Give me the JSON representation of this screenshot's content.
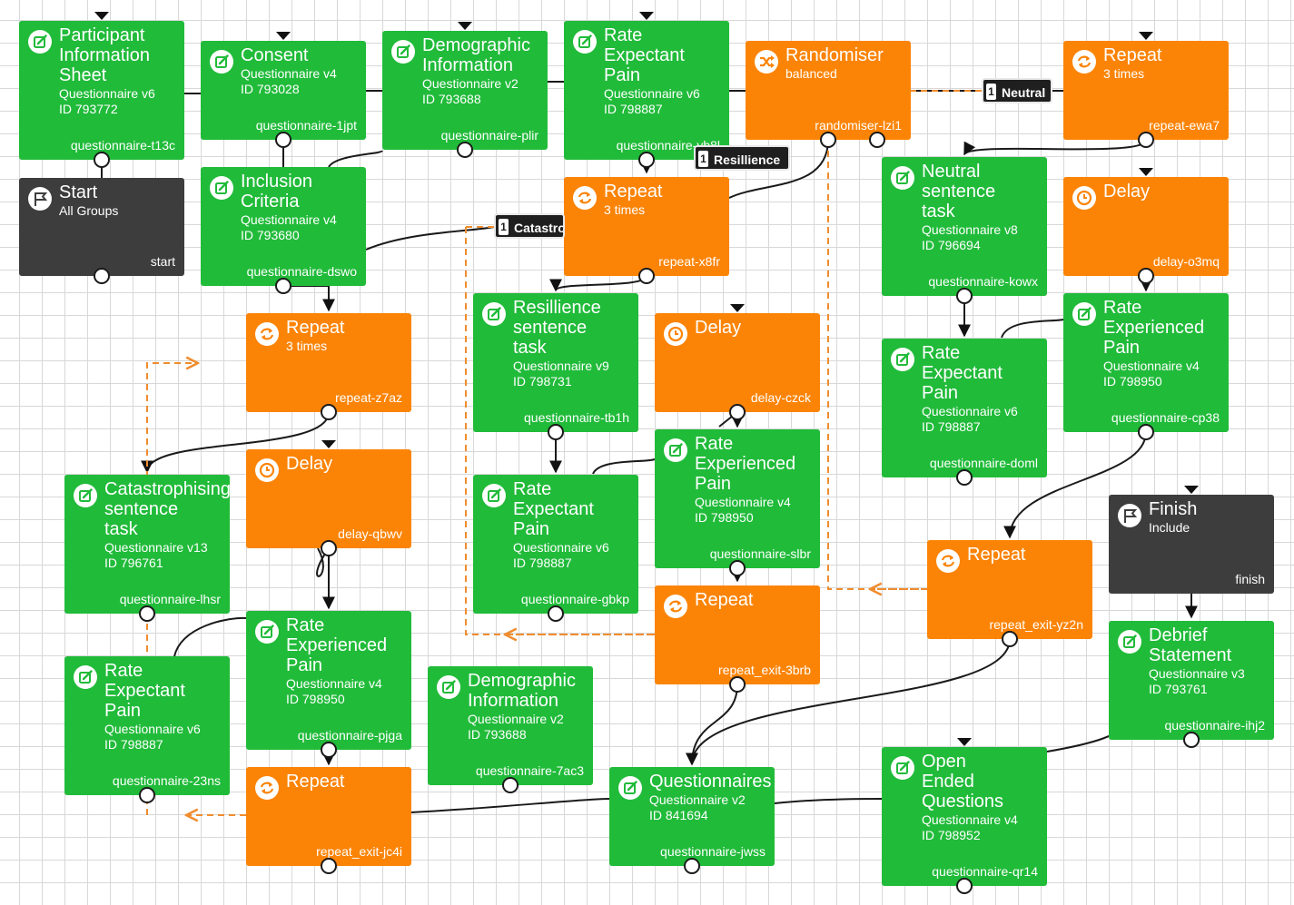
{
  "colors": {
    "questionnaire": "#21bb3a",
    "control": "#fb8407",
    "terminal": "#3d3d3d",
    "edge": "#1a1a1a",
    "loop": "#f08c2e"
  },
  "nodes": {
    "participant_info": {
      "kind": "questionnaire",
      "icon": "edit-icon",
      "title": [
        "Participant",
        "Information",
        "Sheet"
      ],
      "sub": "Questionnaire v6",
      "id": "ID 793772",
      "key": "questionnaire-t13c"
    },
    "start": {
      "kind": "start",
      "icon": "flag-icon",
      "title": [
        "Start"
      ],
      "sub": "All Groups",
      "key": "start"
    },
    "consent": {
      "kind": "questionnaire",
      "icon": "edit-icon",
      "title": [
        "Consent"
      ],
      "sub": "Questionnaire v4",
      "id": "ID 793028",
      "key": "questionnaire-1jpt"
    },
    "inclusion": {
      "kind": "questionnaire",
      "icon": "edit-icon",
      "title": [
        "Inclusion",
        "Criteria"
      ],
      "sub": "Questionnaire v4",
      "id": "ID 793680",
      "key": "questionnaire-dswo"
    },
    "demographic1": {
      "kind": "questionnaire",
      "icon": "edit-icon",
      "title": [
        "Demographic",
        "Information"
      ],
      "sub": "Questionnaire v2",
      "id": "ID 793688",
      "key": "questionnaire-plir"
    },
    "rate_exp_top": {
      "kind": "questionnaire",
      "icon": "edit-icon",
      "title": [
        "Rate",
        "Expectant",
        "Pain"
      ],
      "sub": "Questionnaire v6",
      "id": "ID 798887",
      "key": "questionnaire-yb8l"
    },
    "randomiser": {
      "kind": "control",
      "icon": "shuffle-icon",
      "title": [
        "Randomiser"
      ],
      "sub": "balanced",
      "key": "randomiser-lzi1"
    },
    "repeat_ewa7": {
      "kind": "control",
      "icon": "repeat-icon",
      "title": [
        "Repeat"
      ],
      "sub": "3 times",
      "key": "repeat-ewa7"
    },
    "repeat_x8fr": {
      "kind": "control",
      "icon": "repeat-icon",
      "title": [
        "Repeat"
      ],
      "sub": "3 times",
      "key": "repeat-x8fr"
    },
    "neutral_task": {
      "kind": "questionnaire",
      "icon": "edit-icon",
      "title": [
        "Neutral",
        "sentence",
        "task"
      ],
      "sub": "Questionnaire v8",
      "id": "ID 796694",
      "key": "questionnaire-kowx"
    },
    "delay_o3mq": {
      "kind": "control",
      "icon": "clock-icon",
      "title": [
        "Delay"
      ],
      "key": "delay-o3mq"
    },
    "repeat_z7az": {
      "kind": "control",
      "icon": "repeat-icon",
      "title": [
        "Repeat"
      ],
      "sub": "3 times",
      "key": "repeat-z7az"
    },
    "resilience_task": {
      "kind": "questionnaire",
      "icon": "edit-icon",
      "title": [
        "Resillience",
        "sentence",
        "task"
      ],
      "sub": "Questionnaire v9",
      "id": "ID 798731",
      "key": "questionnaire-tb1h"
    },
    "delay_czck": {
      "kind": "control",
      "icon": "clock-icon",
      "title": [
        "Delay"
      ],
      "key": "delay-czck"
    },
    "rate_exp_doml": {
      "kind": "questionnaire",
      "icon": "edit-icon",
      "title": [
        "Rate",
        "Expectant",
        "Pain"
      ],
      "sub": "Questionnaire v6",
      "id": "ID 798887",
      "key": "questionnaire-doml"
    },
    "rate_xp_cp38": {
      "kind": "questionnaire",
      "icon": "edit-icon",
      "title": [
        "Rate",
        "Experienced",
        "Pain"
      ],
      "sub": "Questionnaire v4",
      "id": "ID 798950",
      "key": "questionnaire-cp38"
    },
    "catastrophising_task": {
      "kind": "questionnaire",
      "icon": "edit-icon",
      "title": [
        "Catastrophising",
        "sentence",
        "task"
      ],
      "sub": "Questionnaire v13",
      "id": "ID 796761",
      "key": "questionnaire-lhsr"
    },
    "delay_qbwv": {
      "kind": "control",
      "icon": "clock-icon",
      "title": [
        "Delay"
      ],
      "key": "delay-qbwv"
    },
    "rate_xp_slbr": {
      "kind": "questionnaire",
      "icon": "edit-icon",
      "title": [
        "Rate",
        "Experienced",
        "Pain"
      ],
      "sub": "Questionnaire v4",
      "id": "ID 798950",
      "key": "questionnaire-slbr"
    },
    "rate_exp_gbkp": {
      "kind": "questionnaire",
      "icon": "edit-icon",
      "title": [
        "Rate",
        "Expectant",
        "Pain"
      ],
      "sub": "Questionnaire v6",
      "id": "ID 798887",
      "key": "questionnaire-gbkp"
    },
    "finish": {
      "kind": "finish",
      "icon": "flag-icon",
      "title": [
        "Finish"
      ],
      "sub": "Include",
      "key": "finish"
    },
    "repeat_yz2n": {
      "kind": "control",
      "icon": "repeat-icon",
      "title": [
        "Repeat"
      ],
      "key": "repeat_exit-yz2n"
    },
    "rate_xp_pjga": {
      "kind": "questionnaire",
      "icon": "edit-icon",
      "title": [
        "Rate",
        "Experienced",
        "Pain"
      ],
      "sub": "Questionnaire v4",
      "id": "ID 798950",
      "key": "questionnaire-pjga"
    },
    "repeat_3brb": {
      "kind": "control",
      "icon": "repeat-icon",
      "title": [
        "Repeat"
      ],
      "key": "repeat_exit-3brb"
    },
    "rate_exp_23ns": {
      "kind": "questionnaire",
      "icon": "edit-icon",
      "title": [
        "Rate",
        "Expectant",
        "Pain"
      ],
      "sub": "Questionnaire v6",
      "id": "ID 798887",
      "key": "questionnaire-23ns"
    },
    "demographic2": {
      "kind": "questionnaire",
      "icon": "edit-icon",
      "title": [
        "Demographic",
        "Information"
      ],
      "sub": "Questionnaire v2",
      "id": "ID 793688",
      "key": "questionnaire-7ac3"
    },
    "debrief": {
      "kind": "questionnaire",
      "icon": "edit-icon",
      "title": [
        "Debrief",
        "Statement"
      ],
      "sub": "Questionnaire v3",
      "id": "ID 793761",
      "key": "questionnaire-ihj2"
    },
    "repeat_jc4i": {
      "kind": "control",
      "icon": "repeat-icon",
      "title": [
        "Repeat"
      ],
      "key": "repeat_exit-jc4i"
    },
    "questionnaires": {
      "kind": "questionnaire",
      "icon": "edit-icon",
      "title": [
        "Questionnaires"
      ],
      "sub": "Questionnaire v2",
      "id": "ID 841694",
      "key": "questionnaire-jwss"
    },
    "open_ended": {
      "kind": "questionnaire",
      "icon": "edit-icon",
      "title": [
        "Open",
        "Ended",
        "Questions"
      ],
      "sub": "Questionnaire v4",
      "id": "ID 798952",
      "key": "questionnaire-qr14"
    }
  },
  "branch_labels": {
    "neutral": {
      "num": "1",
      "text": "Neutral"
    },
    "resillience": {
      "num": "1",
      "text": "Resillience"
    },
    "catastro": {
      "num": "1",
      "text": "Catastro"
    }
  }
}
